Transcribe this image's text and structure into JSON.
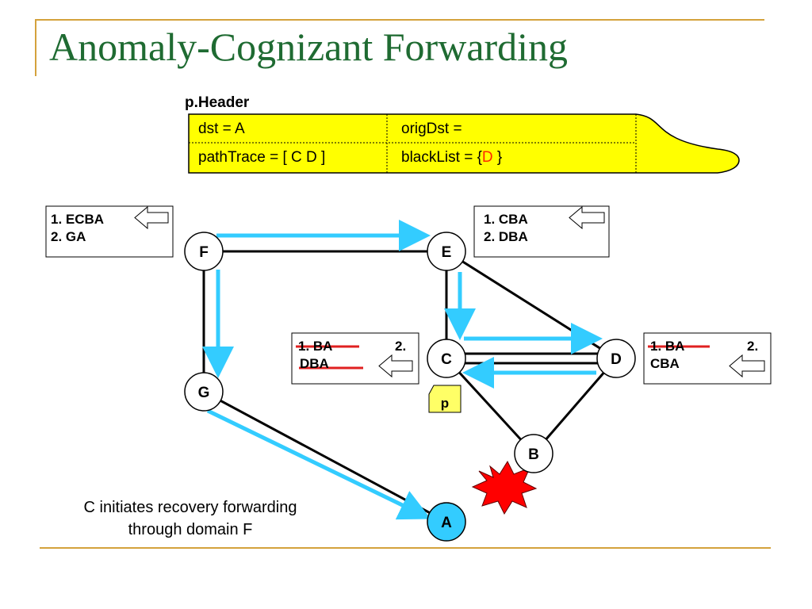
{
  "slide": {
    "title": "Anomaly-Cognizant Forwarding"
  },
  "header": {
    "label": "p.Header",
    "dst": "dst = A",
    "origdst": "origDst =",
    "pathtrace": "pathTrace = [ C D ]",
    "blacklist_prefix": "blackList = {",
    "blacklist_value": "D",
    "blacklist_suffix": " }"
  },
  "nodes": {
    "F": "F",
    "E": "E",
    "C": "C",
    "D": "D",
    "G": "G",
    "B": "B",
    "A": "A"
  },
  "packet_label": "p",
  "lists": {
    "f": {
      "line1": "1.  ECBA",
      "line2": "2.  GA"
    },
    "e": {
      "line1": "1.  CBA",
      "line2": "2.  DBA"
    },
    "c": {
      "item1": "1.  BA",
      "num2": "2.",
      "item2": "DBA"
    },
    "d": {
      "item1": "1.  BA",
      "num2": "2.",
      "item2": "CBA"
    }
  },
  "caption": {
    "line1": "C initiates recovery forwarding",
    "line2": "through domain F"
  },
  "colors": {
    "title": "#1f6b32",
    "header_fill": "#ffff00",
    "arrow": "#33ccff",
    "strike": "#e02020",
    "blacklisted": "#ff2a00",
    "node_a": "#33ccff",
    "explosion": "#ff0000"
  }
}
